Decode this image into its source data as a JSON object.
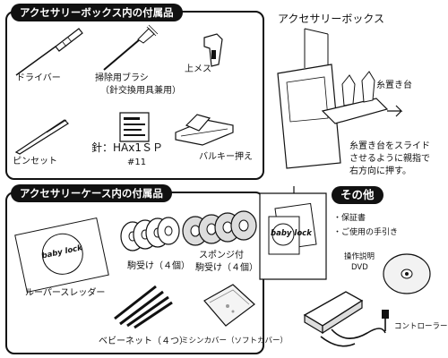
{
  "sections": {
    "box_title": "アクセサリーボックス内の付属品",
    "case_title": "アクセサリーケース内の付属品",
    "other_title": "その他"
  },
  "box_items": {
    "screwdriver": "ドライバー",
    "brush_line1": "掃除用ブラシ",
    "brush_line2": "（針交換用具兼用）",
    "upper_knife": "上メス",
    "tweezers": "ピンセット",
    "needle_line1": "針：HAx1ＳＰ",
    "needle_line2": "#11",
    "bulky_foot": "バルキー押え"
  },
  "accessory_box": {
    "title": "アクセサリーボックス",
    "spool_stand": "糸置き台",
    "note_line1": "糸置き台をスライド",
    "note_line2": "させるように親指で",
    "note_line3": "右方向に押す。"
  },
  "case_items": {
    "looper_threader": "ルーパースレッダー",
    "spool_holder": "駒受け（４個）",
    "sponge_line1": "スポンジ付",
    "sponge_line2": "駒受け（４個）",
    "spool_net": "ベビーネット（４つ）",
    "dust_cover": "ミシンカバー（ソフトカバー）"
  },
  "other_items": {
    "warranty": "・保証書",
    "manual": "・ご使用の手引き",
    "dvd_line1": "操作説明",
    "dvd_line2": "DVD",
    "controller": "コントローラー"
  },
  "product_marks": {
    "baby_lock_tag": "baby lock",
    "baby_lock_card": "baby lock"
  }
}
